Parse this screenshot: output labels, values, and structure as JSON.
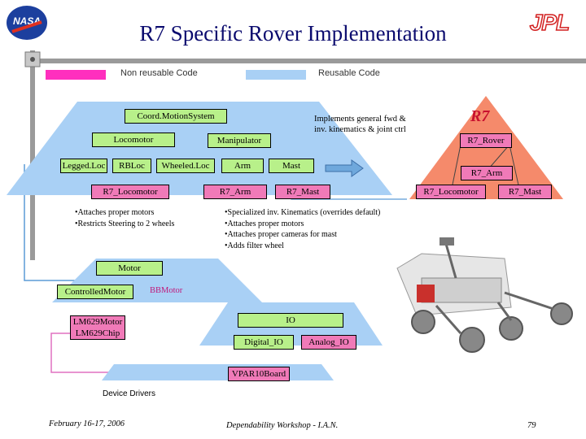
{
  "header": {
    "title": "R7 Specific Rover Implementation",
    "nasa_logo_text": "NASA",
    "jpl_logo_text": "JPL"
  },
  "legend": {
    "non_reusable": "Non reusable Code",
    "reusable": "Reusable Code",
    "non_reusable_color": "#ff2fbe",
    "reusable_color": "#a9d0f5"
  },
  "upper": {
    "coord_motion": "Coord.MotionSystem",
    "locomotor": "Locomotor",
    "manipulator": "Manipulator",
    "legged": "Legged.Loc",
    "rbloc": "RBLoc",
    "wheeled": "Wheeled.Loc",
    "arm": "Arm",
    "mast": "Mast",
    "r7_locomotor": "R7_Locomotor",
    "r7_arm": "R7_Arm",
    "r7_mast": "R7_Mast",
    "note": [
      "Implements general fwd &",
      "inv. kinematics & joint ctrl"
    ],
    "bullets_left": [
      "•Attaches proper motors",
      "•Restricts Steering to 2 wheels"
    ],
    "bullets_right": [
      "•Specialized inv. Kinematics (overrides default)",
      "•Attaches proper motors",
      "•Attaches proper cameras for mast",
      "•Adds filter wheel"
    ]
  },
  "triangle": {
    "heading": "R7",
    "r7_rover": "R7_Rover",
    "r7_arm": "R7_Arm",
    "r7_locomotor": "R7_Locomotor",
    "r7_mast": "R7_Mast"
  },
  "lower": {
    "motor": "Motor",
    "controlled_motor": "ControlledMotor",
    "bbmotor": "BBMotor",
    "lm629_motor": "LM629Motor",
    "lm629_chip": "LM629Chip",
    "io": "IO",
    "digital_io": "Digital_IO",
    "analog_io": "Analog_IO",
    "vpar": "VPAR10Board",
    "device_drivers": "Device Drivers"
  },
  "footer": {
    "date": "February 16-17, 2006",
    "event": "Dependability Workshop - I.A.N.",
    "page": "79"
  }
}
